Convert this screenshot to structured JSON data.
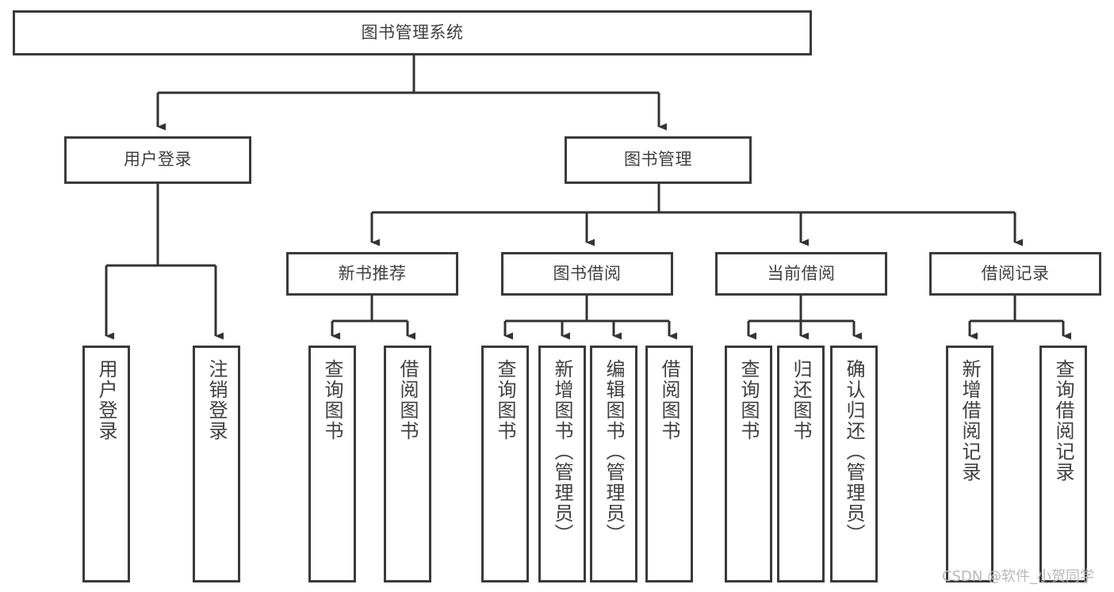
{
  "diagram": {
    "type": "tree",
    "title": "图书管理系统",
    "orientation": "top-down",
    "colors": {
      "node_border": "#3a3a3a",
      "node_fill": "#ffffff",
      "connector": "#333333",
      "text": "#3f3f3f",
      "watermark": "#b9b9b9"
    },
    "root": {
      "label": "图书管理系统"
    },
    "level2": [
      {
        "label": "用户登录"
      },
      {
        "label": "图书管理"
      }
    ],
    "level3": [
      {
        "label": "新书推荐"
      },
      {
        "label": "图书借阅"
      },
      {
        "label": "当前借阅"
      },
      {
        "label": "借阅记录"
      }
    ],
    "leaves": {
      "user_login": [
        {
          "label": "用户登录"
        },
        {
          "label": "注销登录"
        }
      ],
      "new_book": [
        {
          "label": "查询图书"
        },
        {
          "label": "借阅图书"
        }
      ],
      "book_borrow": [
        {
          "label": "查询图书"
        },
        {
          "label": "新增图书（管理员）"
        },
        {
          "label": "编辑图书（管理员）"
        },
        {
          "label": "借阅图书"
        }
      ],
      "current_borrow": [
        {
          "label": "查询图书"
        },
        {
          "label": "归还图书"
        },
        {
          "label": "确认归还（管理员）"
        }
      ],
      "borrow_record": [
        {
          "label": "新增借阅记录"
        },
        {
          "label": "查询借阅记录"
        }
      ]
    }
  },
  "watermark": {
    "text": "CSDN @软件_小贺同学"
  }
}
